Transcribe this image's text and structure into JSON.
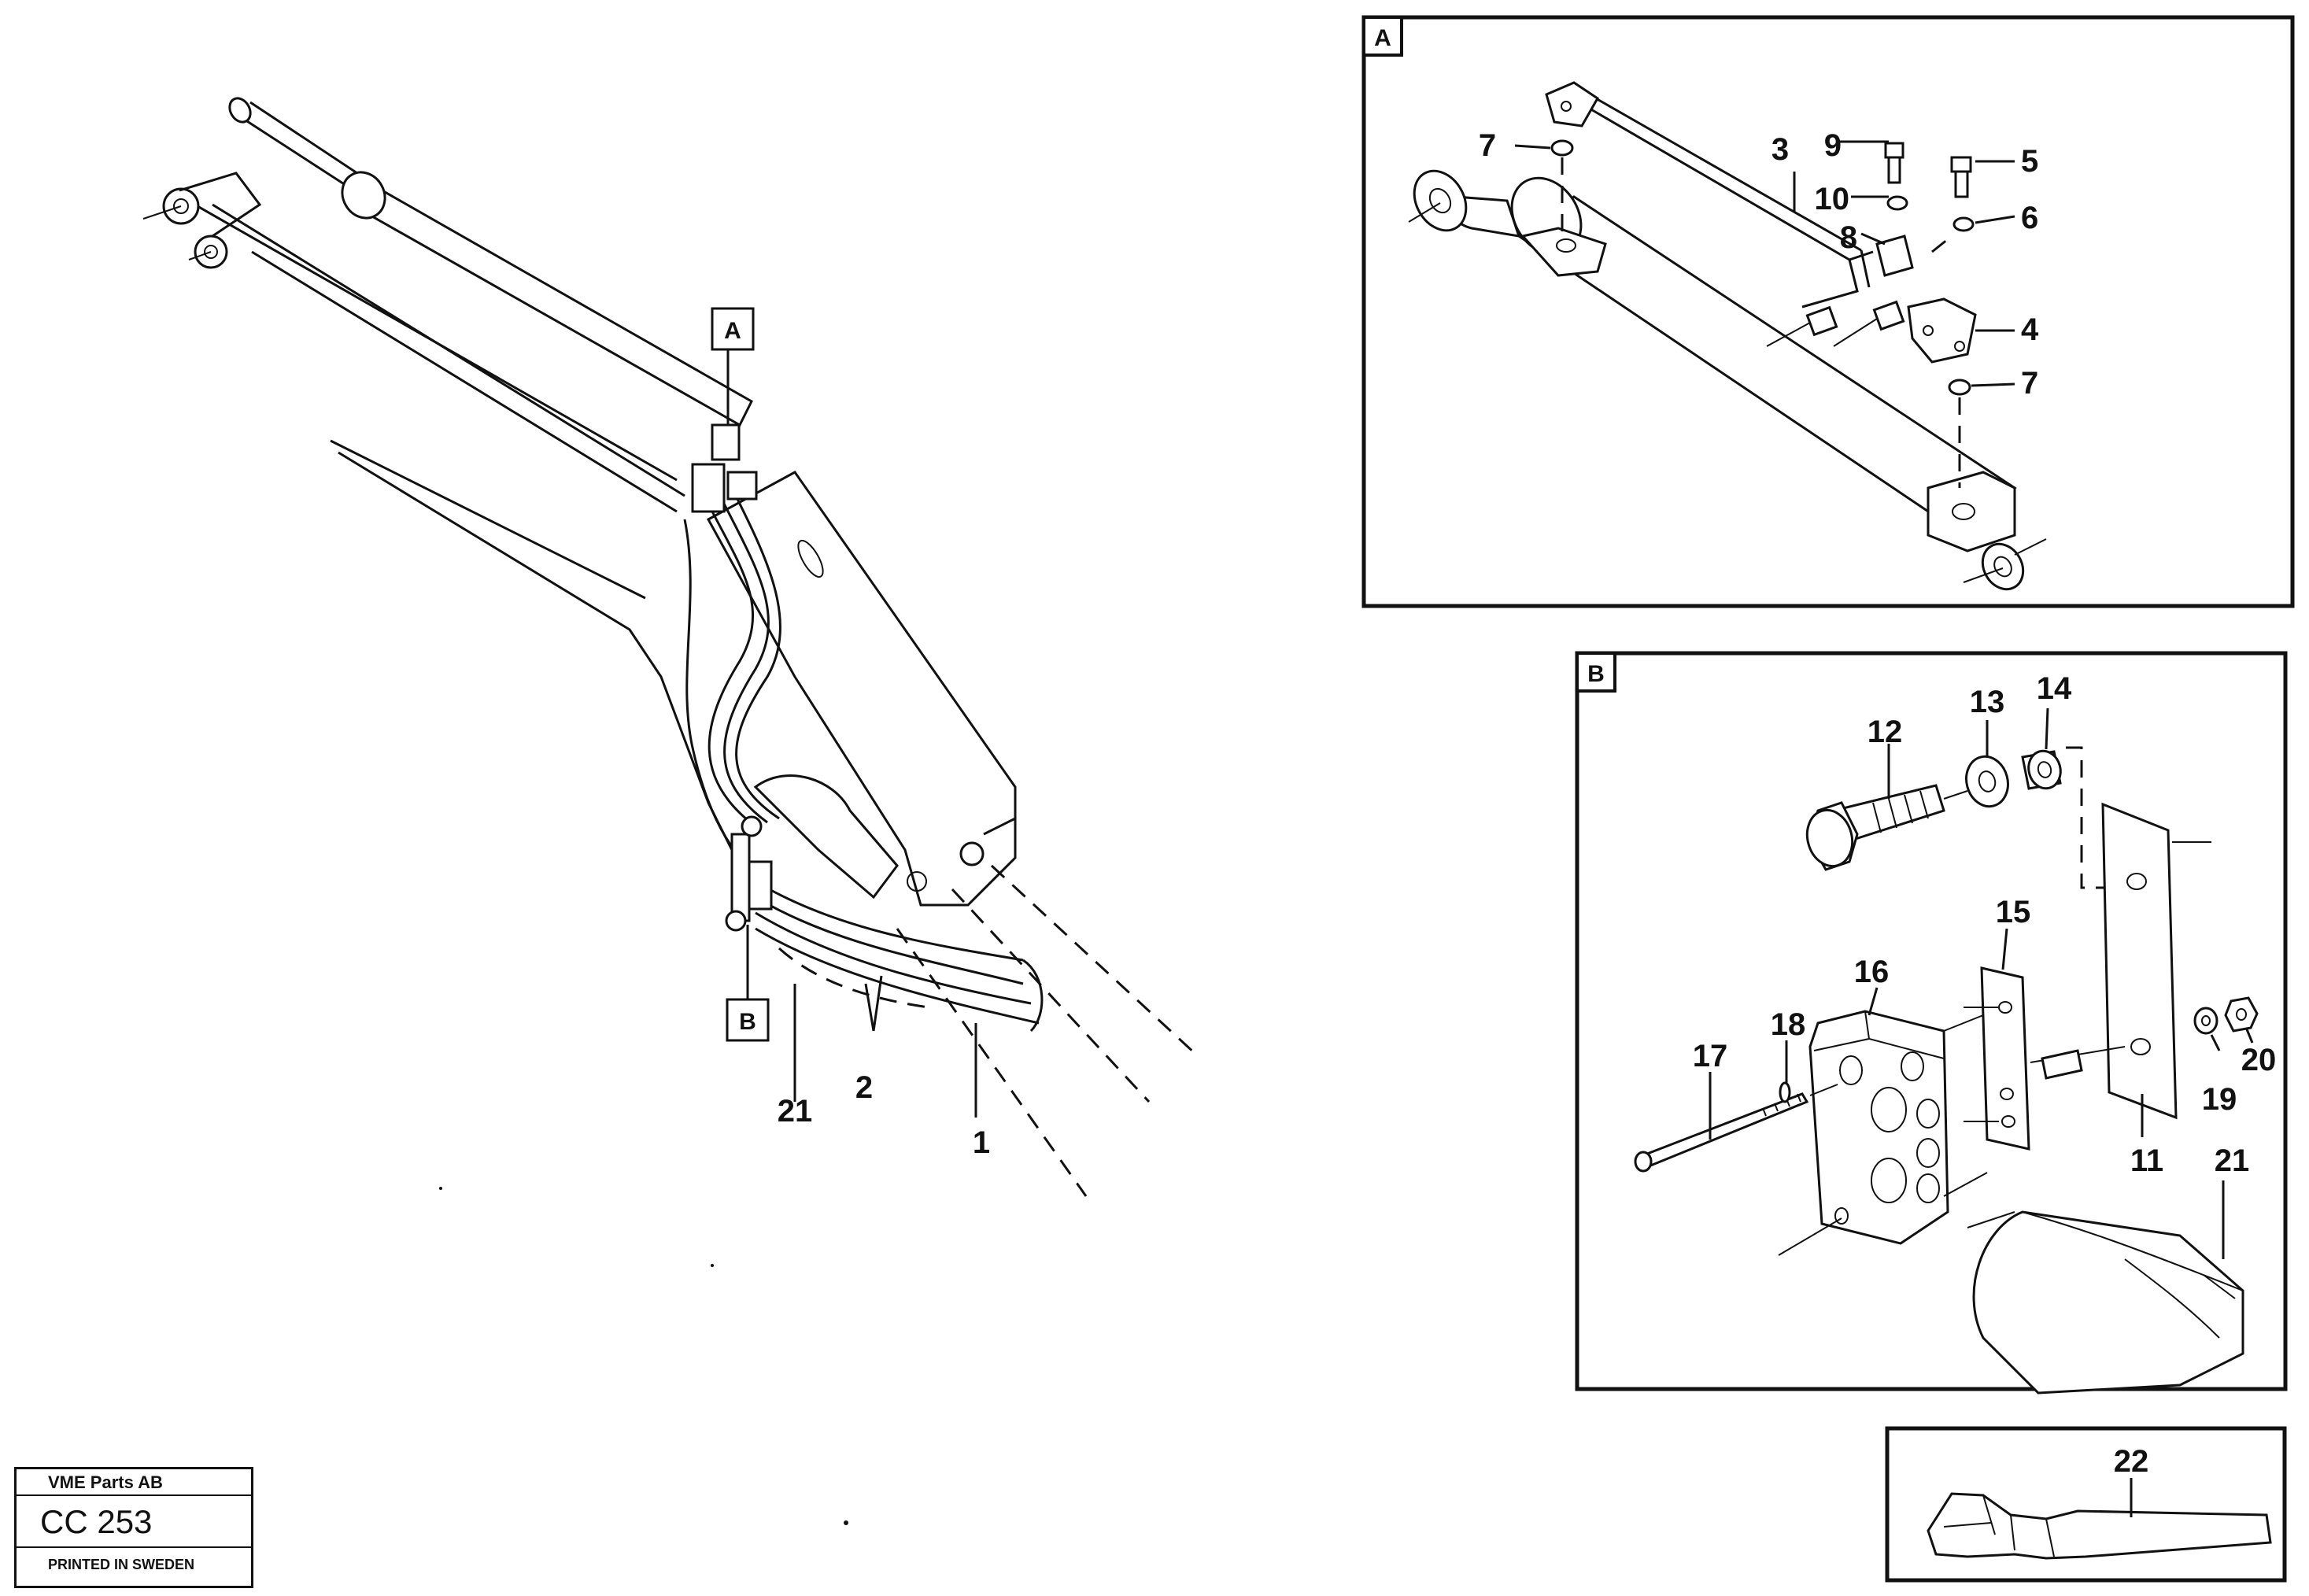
{
  "callouts": {
    "A": "A",
    "B": "B",
    "n1": "1",
    "n2": "2",
    "n3": "3",
    "n4": "4",
    "n5": "5",
    "n6": "6",
    "n7a": "7",
    "n7b": "7",
    "n8": "8",
    "n9": "9",
    "n10": "10",
    "n11": "11",
    "n12": "12",
    "n13": "13",
    "n14": "14",
    "n15": "15",
    "n16": "16",
    "n17": "17",
    "n18": "18",
    "n19": "19",
    "n20": "20",
    "n21a": "21",
    "n21b": "21",
    "n22": "22"
  },
  "detail_tags": {
    "A": "A",
    "B": "B"
  },
  "stamp": {
    "company": "VME Parts AB",
    "code": "CC 253",
    "printed": "PRINTED IN SWEDEN"
  }
}
